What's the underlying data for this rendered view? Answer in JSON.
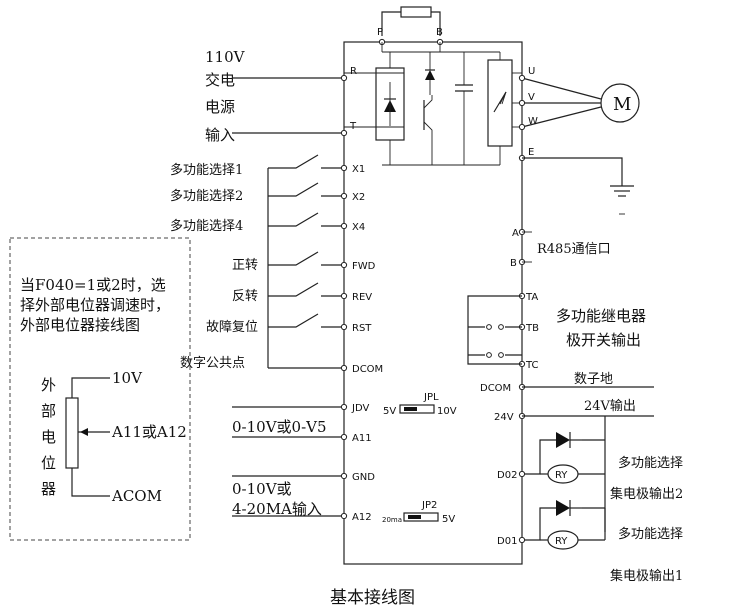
{
  "power": {
    "voltage": "110V",
    "l1": "交电",
    "l2": "电源",
    "l3": "输入"
  },
  "top": {
    "p": "P",
    "b": "B"
  },
  "terminals_left": {
    "r": "R",
    "t": "T",
    "x1": "X1",
    "x2": "X2",
    "x4": "X4",
    "fwd": "FWD",
    "rev": "REV",
    "rst": "RST",
    "dcom": "DCOM",
    "jdv": "JDV",
    "a11": "A11",
    "gnd": "GND",
    "a12": "A12"
  },
  "terminals_right": {
    "u": "U",
    "v": "V",
    "w": "W",
    "e": "E",
    "a": "A",
    "b": "B",
    "ta": "TA",
    "tb": "TB",
    "tc": "TC",
    "dcom": "DCOM",
    "v24": "24V",
    "d02": "D02",
    "d01": "D01"
  },
  "motor": {
    "label": "M"
  },
  "inputs": {
    "sel1": "多功能选择1",
    "sel2": "多功能选择2",
    "sel4": "多功能选择4",
    "fwd": "正转",
    "rev": "反转",
    "reset": "故障复位",
    "common": "数字公共点"
  },
  "analog": {
    "a11_range": "0-10V或0-V5",
    "a12_range_1": "0-10V或",
    "a12_range_2": "4-20MA输入"
  },
  "jumpers": {
    "jp1": {
      "name": "JPL",
      "left": "5V",
      "right": "10V"
    },
    "jp2": {
      "name": "JP2",
      "left": "20ma",
      "right": "5V"
    }
  },
  "note": {
    "line1": "当F040=1或2时，选",
    "line2": "择外部电位器调速时，",
    "line3": "外部电位器接线图",
    "vertical": [
      "外",
      "部",
      "电",
      "位",
      "器"
    ],
    "v10": "10V",
    "a11_or_a12": "A11或A12",
    "acom": "ACOM"
  },
  "outputs": {
    "r485": "R485通信口",
    "relay_1": "多功能继电器",
    "relay_2": "极开关输出",
    "digital_ground": "数子地",
    "v24_out": "24V输出",
    "ry": "RY",
    "out2_1": "多功能选择",
    "out2_2": "集电极输出2",
    "out1_1": "多功能选择",
    "out1_2": "集电极输出1"
  },
  "caption": "基本接线图"
}
